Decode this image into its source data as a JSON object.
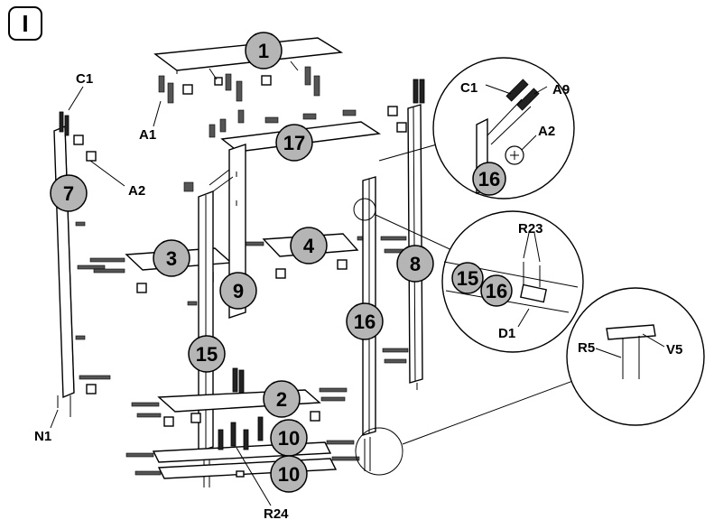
{
  "step": "I",
  "part_numbers": {
    "p1": "1",
    "p2": "2",
    "p3": "3",
    "p4": "4",
    "p7": "7",
    "p8": "8",
    "p9": "9",
    "p10a": "10",
    "p10b": "10",
    "p15": "15",
    "p16": "16",
    "p17": "17"
  },
  "hardware_labels": {
    "c1": "C1",
    "a1": "A1",
    "a2": "A2",
    "n1": "N1",
    "r24": "R24"
  },
  "detail_top": {
    "c1": "C1",
    "a9": "A9",
    "a2": "A2",
    "part": "16"
  },
  "detail_mid": {
    "r23": "R23",
    "d1": "D1",
    "part_a": "15",
    "part_b": "16"
  },
  "detail_bottom": {
    "r5": "R5",
    "v5": "V5"
  }
}
